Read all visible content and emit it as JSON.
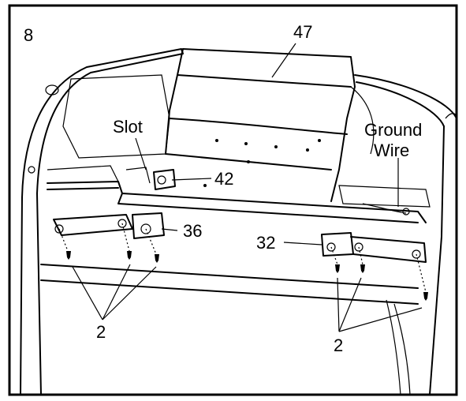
{
  "figure": {
    "step_number": "8",
    "labels": {
      "part_47": "47",
      "slot": "Slot",
      "part_42": "42",
      "ground_wire_line1": "Ground",
      "ground_wire_line2": "Wire",
      "part_36": "36",
      "part_32": "32",
      "screw_left": "2",
      "screw_right": "2"
    }
  }
}
